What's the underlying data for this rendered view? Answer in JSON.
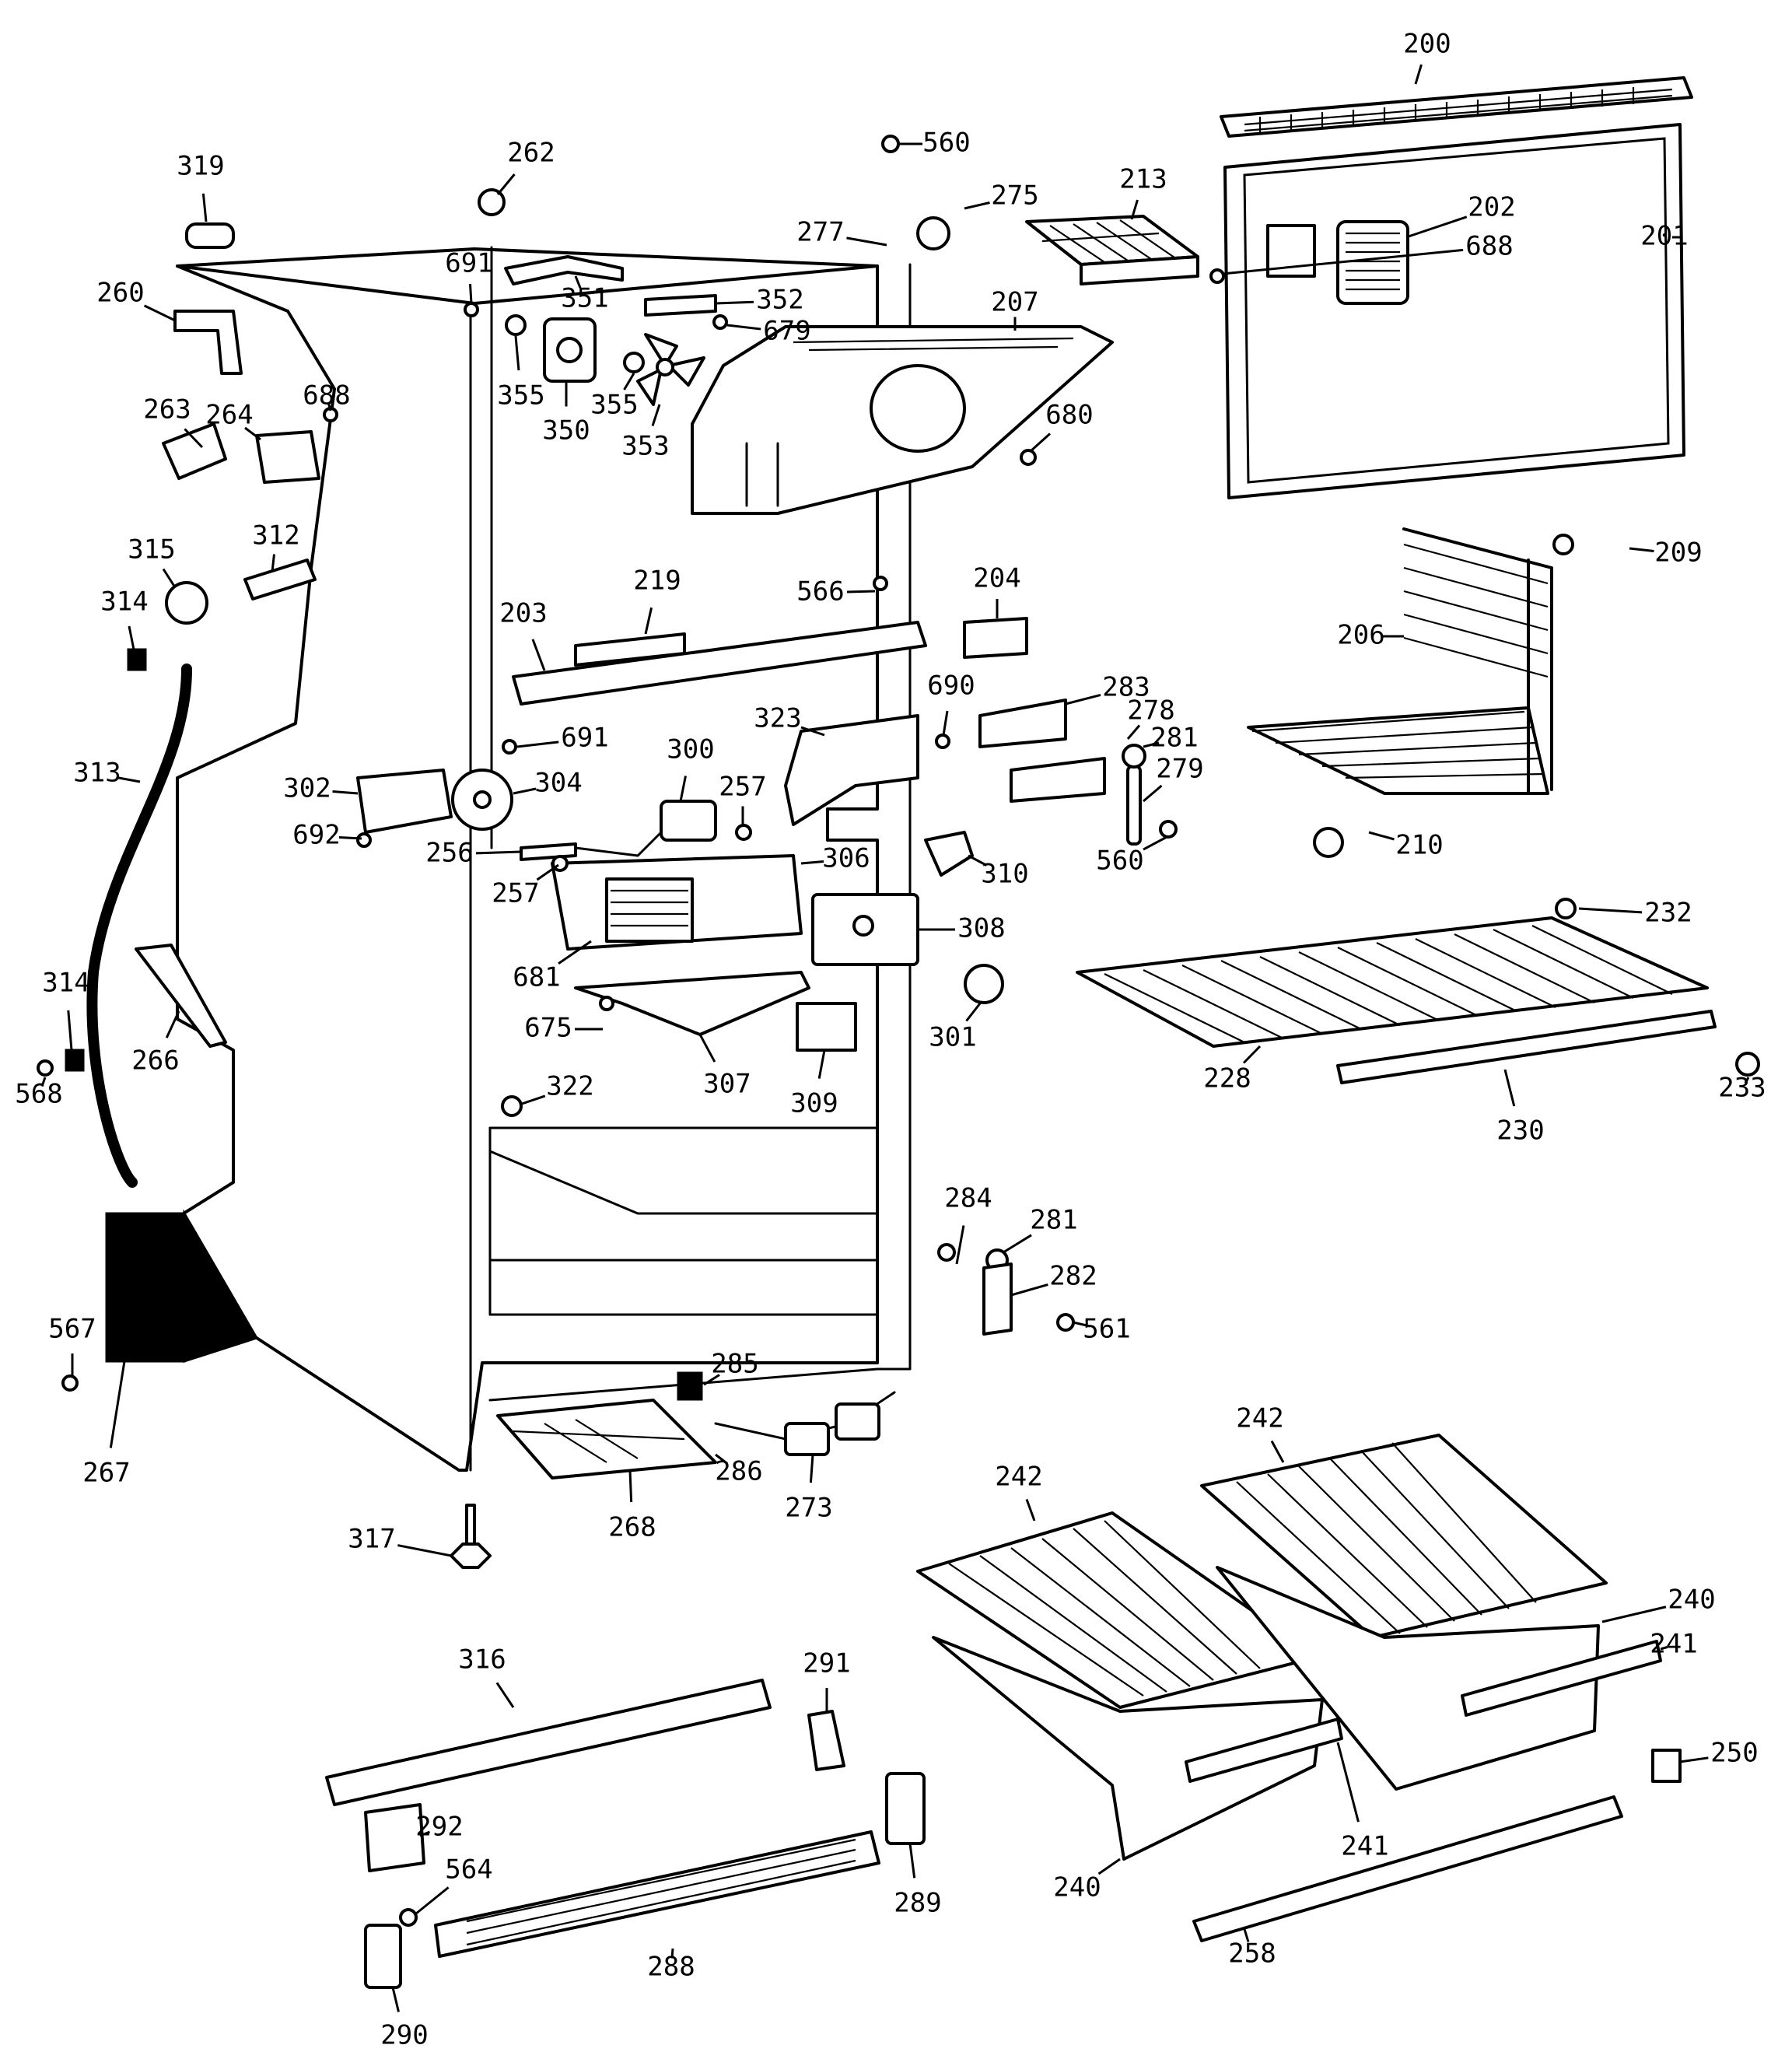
{
  "colors": {
    "ink": "#000000",
    "paper": "#ffffff"
  },
  "callouts": [
    {
      "id": "200",
      "label": "200"
    },
    {
      "id": "201",
      "label": "201"
    },
    {
      "id": "202",
      "label": "202"
    },
    {
      "id": "203",
      "label": "203"
    },
    {
      "id": "204",
      "label": "204"
    },
    {
      "id": "206",
      "label": "206"
    },
    {
      "id": "207",
      "label": "207"
    },
    {
      "id": "209",
      "label": "209"
    },
    {
      "id": "210",
      "label": "210"
    },
    {
      "id": "213",
      "label": "213"
    },
    {
      "id": "219",
      "label": "219"
    },
    {
      "id": "228",
      "label": "228"
    },
    {
      "id": "230",
      "label": "230"
    },
    {
      "id": "232",
      "label": "232"
    },
    {
      "id": "233",
      "label": "233"
    },
    {
      "id": "240a",
      "label": "240"
    },
    {
      "id": "240b",
      "label": "240"
    },
    {
      "id": "241a",
      "label": "241"
    },
    {
      "id": "241b",
      "label": "241"
    },
    {
      "id": "242a",
      "label": "242"
    },
    {
      "id": "242b",
      "label": "242"
    },
    {
      "id": "250",
      "label": "250"
    },
    {
      "id": "256",
      "label": "256"
    },
    {
      "id": "257a",
      "label": "257"
    },
    {
      "id": "257b",
      "label": "257"
    },
    {
      "id": "258",
      "label": "258"
    },
    {
      "id": "260",
      "label": "260"
    },
    {
      "id": "262",
      "label": "262"
    },
    {
      "id": "263",
      "label": "263"
    },
    {
      "id": "264",
      "label": "264"
    },
    {
      "id": "266",
      "label": "266"
    },
    {
      "id": "267",
      "label": "267"
    },
    {
      "id": "268",
      "label": "268"
    },
    {
      "id": "273",
      "label": "273"
    },
    {
      "id": "275",
      "label": "275"
    },
    {
      "id": "277",
      "label": "277"
    },
    {
      "id": "278",
      "label": "278"
    },
    {
      "id": "279",
      "label": "279"
    },
    {
      "id": "281a",
      "label": "281"
    },
    {
      "id": "281b",
      "label": "281"
    },
    {
      "id": "282",
      "label": "282"
    },
    {
      "id": "283",
      "label": "283"
    },
    {
      "id": "284",
      "label": "284"
    },
    {
      "id": "285",
      "label": "285"
    },
    {
      "id": "286",
      "label": "286"
    },
    {
      "id": "288",
      "label": "288"
    },
    {
      "id": "289",
      "label": "289"
    },
    {
      "id": "290",
      "label": "290"
    },
    {
      "id": "291",
      "label": "291"
    },
    {
      "id": "292",
      "label": "292"
    },
    {
      "id": "300",
      "label": "300"
    },
    {
      "id": "301",
      "label": "301"
    },
    {
      "id": "302",
      "label": "302"
    },
    {
      "id": "304",
      "label": "304"
    },
    {
      "id": "306",
      "label": "306"
    },
    {
      "id": "307",
      "label": "307"
    },
    {
      "id": "308",
      "label": "308"
    },
    {
      "id": "309",
      "label": "309"
    },
    {
      "id": "310",
      "label": "310"
    },
    {
      "id": "312",
      "label": "312"
    },
    {
      "id": "313",
      "label": "313"
    },
    {
      "id": "314a",
      "label": "314"
    },
    {
      "id": "314b",
      "label": "314"
    },
    {
      "id": "315",
      "label": "315"
    },
    {
      "id": "316",
      "label": "316"
    },
    {
      "id": "317",
      "label": "317"
    },
    {
      "id": "319",
      "label": "319"
    },
    {
      "id": "322",
      "label": "322"
    },
    {
      "id": "323",
      "label": "323"
    },
    {
      "id": "350",
      "label": "350"
    },
    {
      "id": "351",
      "label": "351"
    },
    {
      "id": "352",
      "label": "352"
    },
    {
      "id": "353",
      "label": "353"
    },
    {
      "id": "355a",
      "label": "355"
    },
    {
      "id": "355b",
      "label": "355"
    },
    {
      "id": "560a",
      "label": "560"
    },
    {
      "id": "560b",
      "label": "560"
    },
    {
      "id": "561",
      "label": "561"
    },
    {
      "id": "564",
      "label": "564"
    },
    {
      "id": "566",
      "label": "566"
    },
    {
      "id": "567",
      "label": "567"
    },
    {
      "id": "568",
      "label": "568"
    },
    {
      "id": "675",
      "label": "675"
    },
    {
      "id": "679",
      "label": "679"
    },
    {
      "id": "680",
      "label": "680"
    },
    {
      "id": "681",
      "label": "681"
    },
    {
      "id": "688a",
      "label": "688"
    },
    {
      "id": "688b",
      "label": "688"
    },
    {
      "id": "690",
      "label": "690"
    },
    {
      "id": "691a",
      "label": "691"
    },
    {
      "id": "691b",
      "label": "691"
    },
    {
      "id": "692",
      "label": "692"
    }
  ]
}
